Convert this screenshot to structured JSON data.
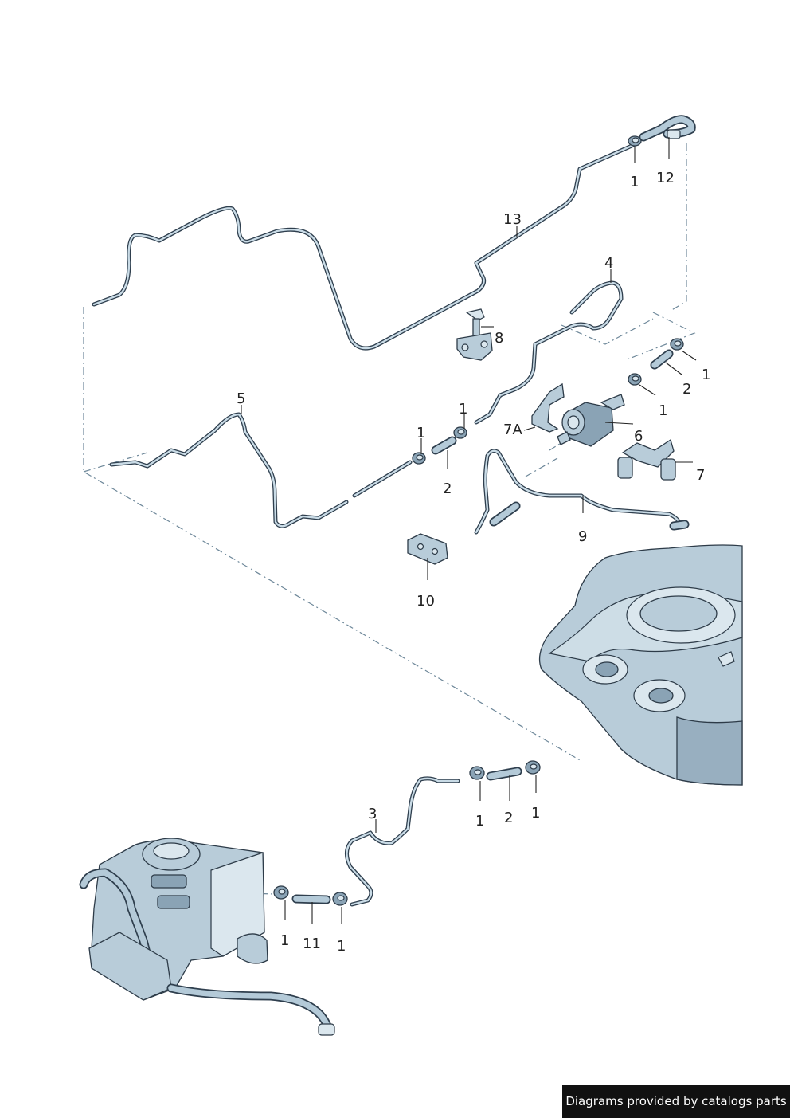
{
  "callouts": {
    "c1a": "1",
    "c12": "12",
    "c13": "13",
    "c4": "4",
    "c8": "8",
    "c1b": "1",
    "c2a": "2",
    "c1c": "1",
    "c6": "6",
    "c7a": "7A",
    "c7": "7",
    "c5": "5",
    "c1d": "1",
    "c1e": "1",
    "c2b": "2",
    "c9": "9",
    "c10": "10",
    "c3": "3",
    "c1f": "1",
    "c2c": "2",
    "c1g": "1",
    "c1h": "1",
    "c11": "11",
    "c1i": "1"
  },
  "footer": {
    "text": "Diagrams provided by catalogs parts"
  },
  "colors": {
    "part_fill": "#b8ccd9",
    "outline": "#2f3f4e",
    "footer_bg": "#111111"
  }
}
